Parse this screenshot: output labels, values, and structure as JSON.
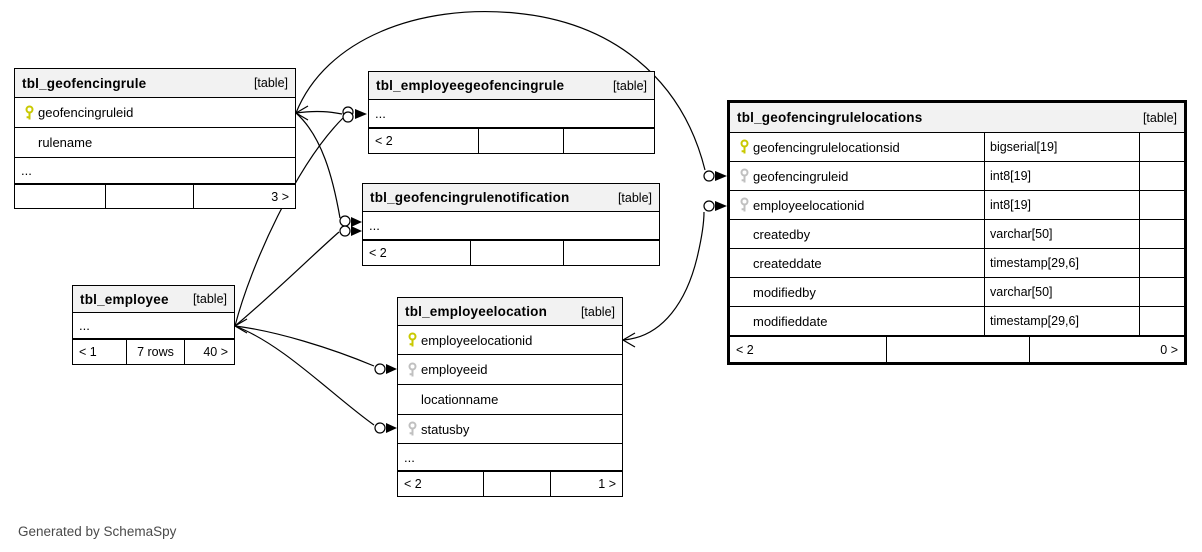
{
  "note": "Generated by SchemaSpy",
  "colors": {
    "primary_key": "#c9c900",
    "foreign_key": "#c0c0c0",
    "header_bg": "#f2f2f2",
    "line": "#000000"
  },
  "tables": [
    {
      "name": "tbl_geofencingrule",
      "tag": "[table]",
      "rows": [
        {
          "icon": "primary-key",
          "label": "geofencingruleid"
        },
        {
          "label": "rulename"
        },
        {
          "label": "..."
        }
      ],
      "footer": [
        "",
        "",
        "3 >"
      ]
    },
    {
      "name": "tbl_employeegeofencingrule",
      "tag": "[table]",
      "rows": [
        {
          "label": "..."
        }
      ],
      "footer": [
        "< 2",
        "",
        ""
      ]
    },
    {
      "name": "tbl_geofencingrulenotification",
      "tag": "[table]",
      "rows": [
        {
          "label": "..."
        }
      ],
      "footer": [
        "< 2",
        "",
        ""
      ]
    },
    {
      "name": "tbl_employee",
      "tag": "[table]",
      "rows": [
        {
          "label": "..."
        }
      ],
      "footer": [
        "< 1",
        "7 rows",
        "40 >"
      ]
    },
    {
      "name": "tbl_employeelocation",
      "tag": "[table]",
      "rows": [
        {
          "icon": "primary-key",
          "label": "employeelocationid"
        },
        {
          "icon": "foreign-key",
          "label": "employeeid"
        },
        {
          "label": "locationname"
        },
        {
          "icon": "foreign-key",
          "label": "statusby"
        },
        {
          "label": "..."
        }
      ],
      "footer": [
        "< 2",
        "",
        "1 >"
      ]
    },
    {
      "name": "tbl_geofencingrulelocations",
      "tag": "[table]",
      "rows": [
        {
          "icon": "primary-key",
          "label": "geofencingrulelocationsid",
          "type": "bigserial[19]"
        },
        {
          "icon": "foreign-key",
          "label": "geofencingruleid",
          "type": "int8[19]"
        },
        {
          "icon": "foreign-key",
          "label": "employeelocationid",
          "type": "int8[19]"
        },
        {
          "label": "createdby",
          "type": "varchar[50]"
        },
        {
          "label": "createddate",
          "type": "timestamp[29,6]"
        },
        {
          "label": "modifiedby",
          "type": "varchar[50]"
        },
        {
          "label": "modifieddate",
          "type": "timestamp[29,6]"
        },
        {
          "label": "",
          "type": ""
        }
      ],
      "footer": [
        "< 2",
        "",
        "0 >"
      ]
    }
  ]
}
